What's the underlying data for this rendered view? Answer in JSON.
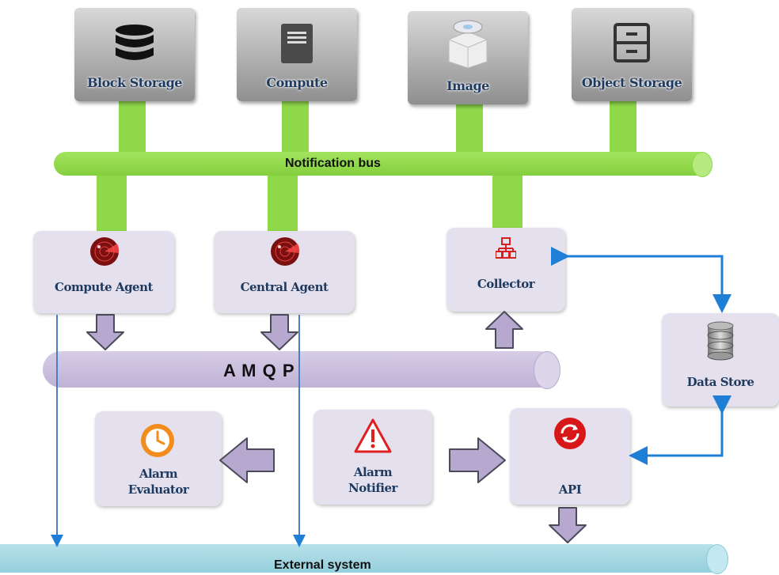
{
  "services": [
    {
      "id": "block-storage",
      "label": "Block Storage",
      "icon": "database-stack-icon"
    },
    {
      "id": "compute",
      "label": "Compute",
      "icon": "server-icon"
    },
    {
      "id": "image",
      "label": "Image",
      "icon": "disk-image-box-icon"
    },
    {
      "id": "object-storage",
      "label": "Object Storage",
      "icon": "file-cabinet-icon"
    }
  ],
  "buses": {
    "notification": "Notification bus",
    "amqp": "A M Q P",
    "external": "External system"
  },
  "components": {
    "compute_agent": "Compute Agent",
    "central_agent": "Central Agent",
    "collector": "Collector",
    "data_store": "Data Store",
    "alarm_evaluator": [
      "Alarm",
      "Evaluator"
    ],
    "alarm_notifier": [
      "Alarm",
      "Notifier"
    ],
    "api": "API"
  },
  "colors": {
    "notification_bus": "#8fd84a",
    "amqp_bus": "#c9bfdb",
    "external_bus": "#a6d7e2",
    "arrow_fill": "#b6a8cf",
    "connector_blue": "#1f7fd6",
    "label_navy": "#1f3a5f"
  }
}
